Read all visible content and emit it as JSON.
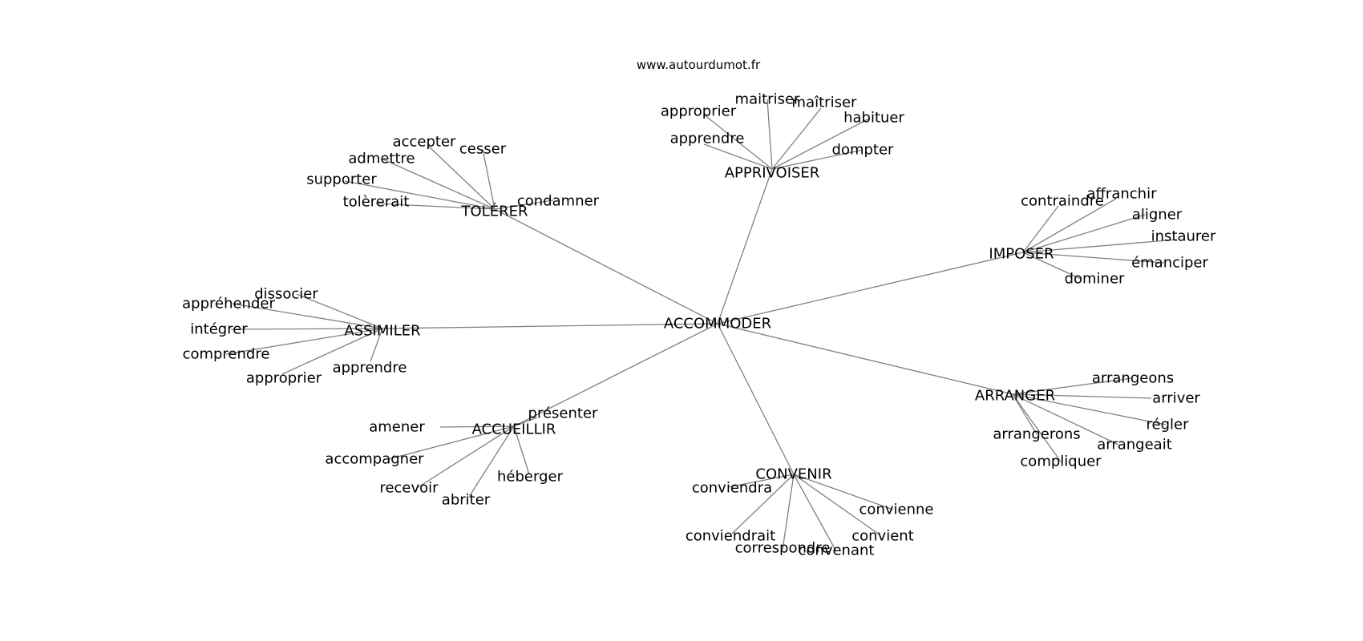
{
  "title": "www.autourdumot.fr",
  "colors": {
    "edge": "#808080",
    "text": "#000000",
    "background": "#ffffff"
  },
  "center": {
    "label": "ACCOMMODER"
  },
  "groups": [
    {
      "label": "APPRIVOISER",
      "children": [
        "approprier",
        "maitriser",
        "maîtriser",
        "habituer",
        "apprendre",
        "dompter"
      ]
    },
    {
      "label": "TOLÉRER",
      "children": [
        "accepter",
        "cesser",
        "admettre",
        "supporter",
        "tolèrerait",
        "condamner"
      ]
    },
    {
      "label": "IMPOSER",
      "children": [
        "contraindre",
        "affranchir",
        "aligner",
        "instaurer",
        "émanciper",
        "dominer"
      ]
    },
    {
      "label": "ASSIMILER",
      "children": [
        "dissocier",
        "appréhender",
        "intégrer",
        "comprendre",
        "approprier",
        "apprendre"
      ]
    },
    {
      "label": "ACCUEILLIR",
      "children": [
        "présenter",
        "amener",
        "accompagner",
        "recevoir",
        "abriter",
        "héberger"
      ]
    },
    {
      "label": "CONVENIR",
      "children": [
        "conviendra",
        "convienne",
        "conviendrait",
        "convient",
        "correspondre",
        "convenant"
      ]
    },
    {
      "label": "ARRANGER",
      "children": [
        "arrangeons",
        "arriver",
        "régler",
        "arrangerons",
        "arrangeait",
        "compliquer"
      ]
    }
  ]
}
